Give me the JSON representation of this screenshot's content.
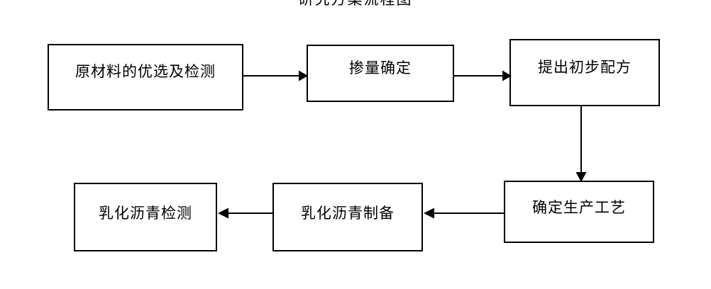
{
  "diagram": {
    "title": "研究方案流程图",
    "type": "flowchart",
    "orientation": "serpentine-two-rows",
    "background_color": "#ffffff",
    "line_color": "#000000",
    "text_color": "#000000",
    "nodes": [
      {
        "id": "n1",
        "label": "原材料的优选及检测",
        "shape": "rectangle",
        "row": 1,
        "order": 1
      },
      {
        "id": "n2",
        "label": "掺量确定",
        "shape": "rectangle",
        "row": 1,
        "order": 2
      },
      {
        "id": "n3",
        "label": "提出初步配方",
        "shape": "rectangle",
        "row": 1,
        "order": 3
      },
      {
        "id": "n4",
        "label": "确定生产工艺",
        "shape": "rectangle",
        "row": 2,
        "order": 4
      },
      {
        "id": "n5",
        "label": "乳化沥青制备",
        "shape": "rectangle",
        "row": 2,
        "order": 5
      },
      {
        "id": "n6",
        "label": "乳化沥青检测",
        "shape": "rectangle",
        "row": 2,
        "order": 6
      }
    ],
    "edges": [
      {
        "id": "e1",
        "from": "n1",
        "to": "n2",
        "direction": "right",
        "arrowhead": "filled-triangle"
      },
      {
        "id": "e2",
        "from": "n2",
        "to": "n3",
        "direction": "right",
        "arrowhead": "filled-triangle"
      },
      {
        "id": "e3",
        "from": "n3",
        "to": "n4",
        "direction": "down",
        "arrowhead": "filled-triangle"
      },
      {
        "id": "e4",
        "from": "n4",
        "to": "n5",
        "direction": "left",
        "arrowhead": "filled-triangle"
      },
      {
        "id": "e5",
        "from": "n5",
        "to": "n6",
        "direction": "left",
        "arrowhead": "filled-triangle"
      }
    ]
  }
}
